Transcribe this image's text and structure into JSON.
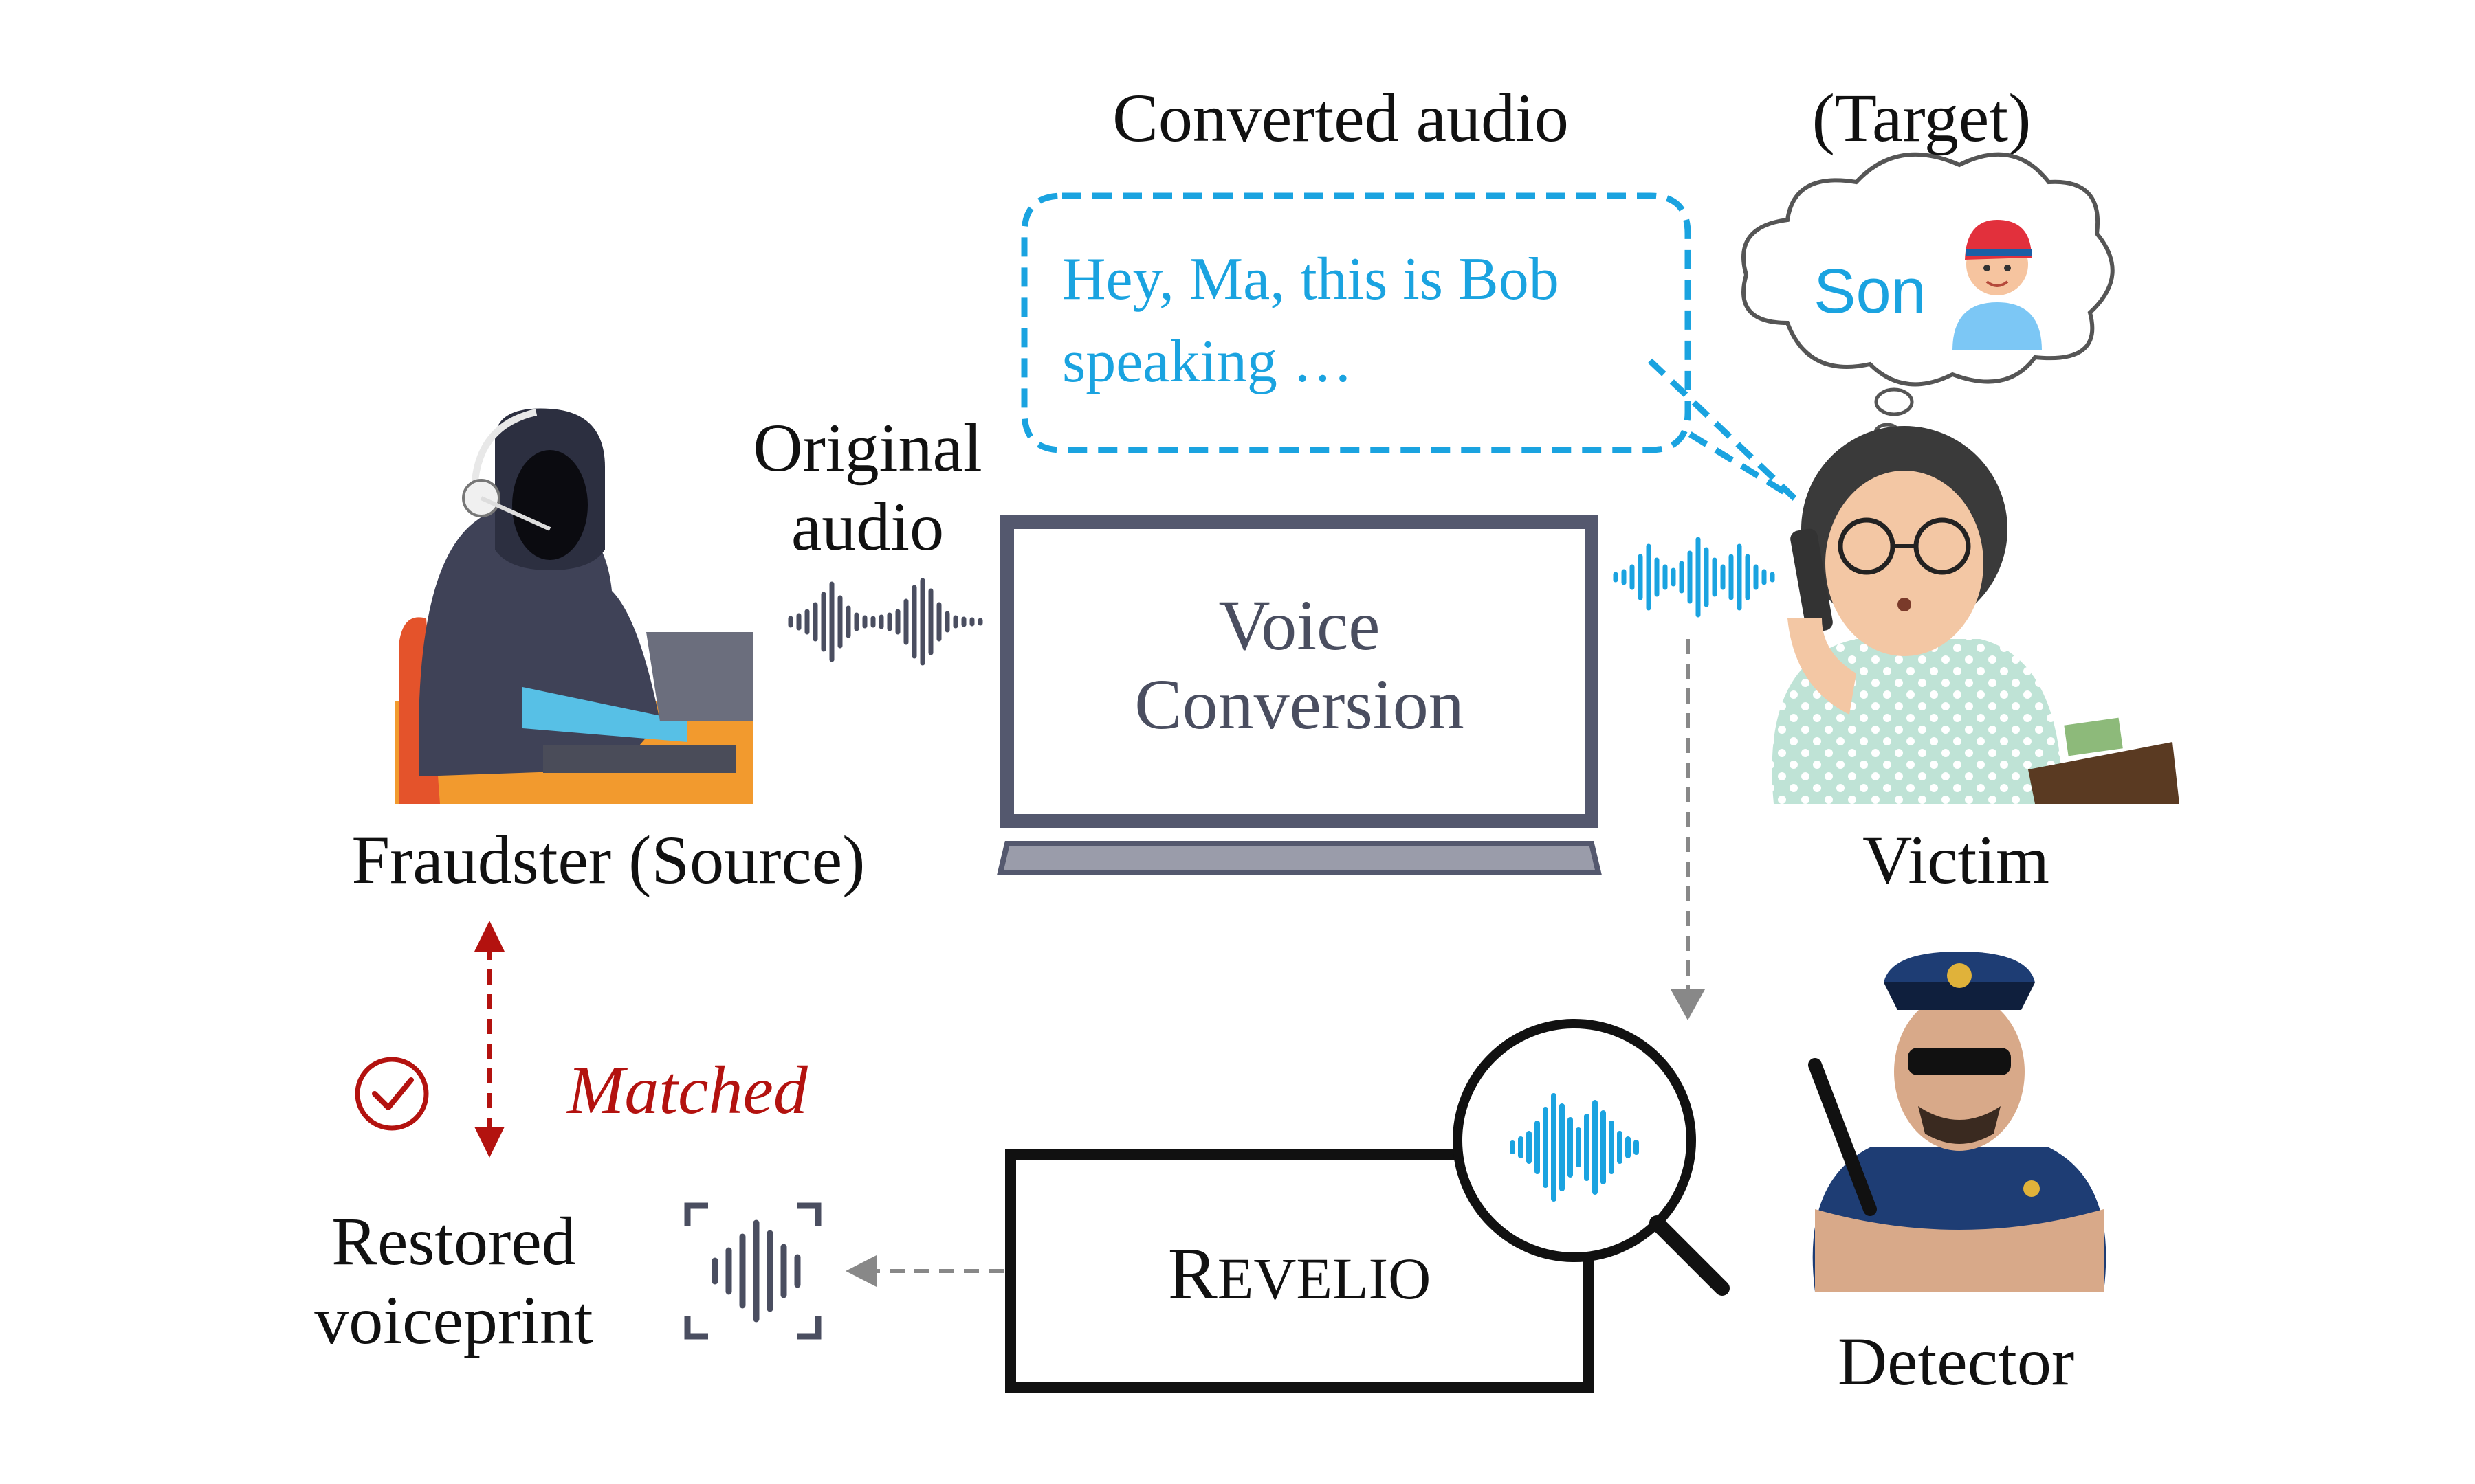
{
  "labels": {
    "converted_audio": "Converted audio",
    "target": "(Target)",
    "son": "Son",
    "speech_line1": "Hey, Ma, this is Bob",
    "speech_line2": "speaking …",
    "original_audio_line1": "Original",
    "original_audio_line2": "audio",
    "vc_line1": "Voice",
    "vc_line2": "Conversion",
    "fraudster": "Fraudster (Source)",
    "victim": "Victim",
    "matched": "Matched",
    "restored_line1": "Restored",
    "restored_line2": "voiceprint",
    "revelio_initial": "R",
    "revelio_rest": "EVELIO",
    "detector": "Detector"
  },
  "colors": {
    "speech_blue": "#1aa3e0",
    "matched_red": "#b3120f",
    "arrow_gray": "#888888",
    "laptop_frame": "#54586e",
    "waveform_gray": "#4a4e60"
  },
  "icons": {
    "fraudster": "hooded-hacker-icon",
    "victim": "grandmother-phone-icon",
    "son": "boy-cap-icon",
    "detector": "police-officer-icon",
    "magnifier": "magnifier-icon",
    "voiceprint": "voiceprint-scan-icon",
    "check": "check-circle-icon"
  }
}
